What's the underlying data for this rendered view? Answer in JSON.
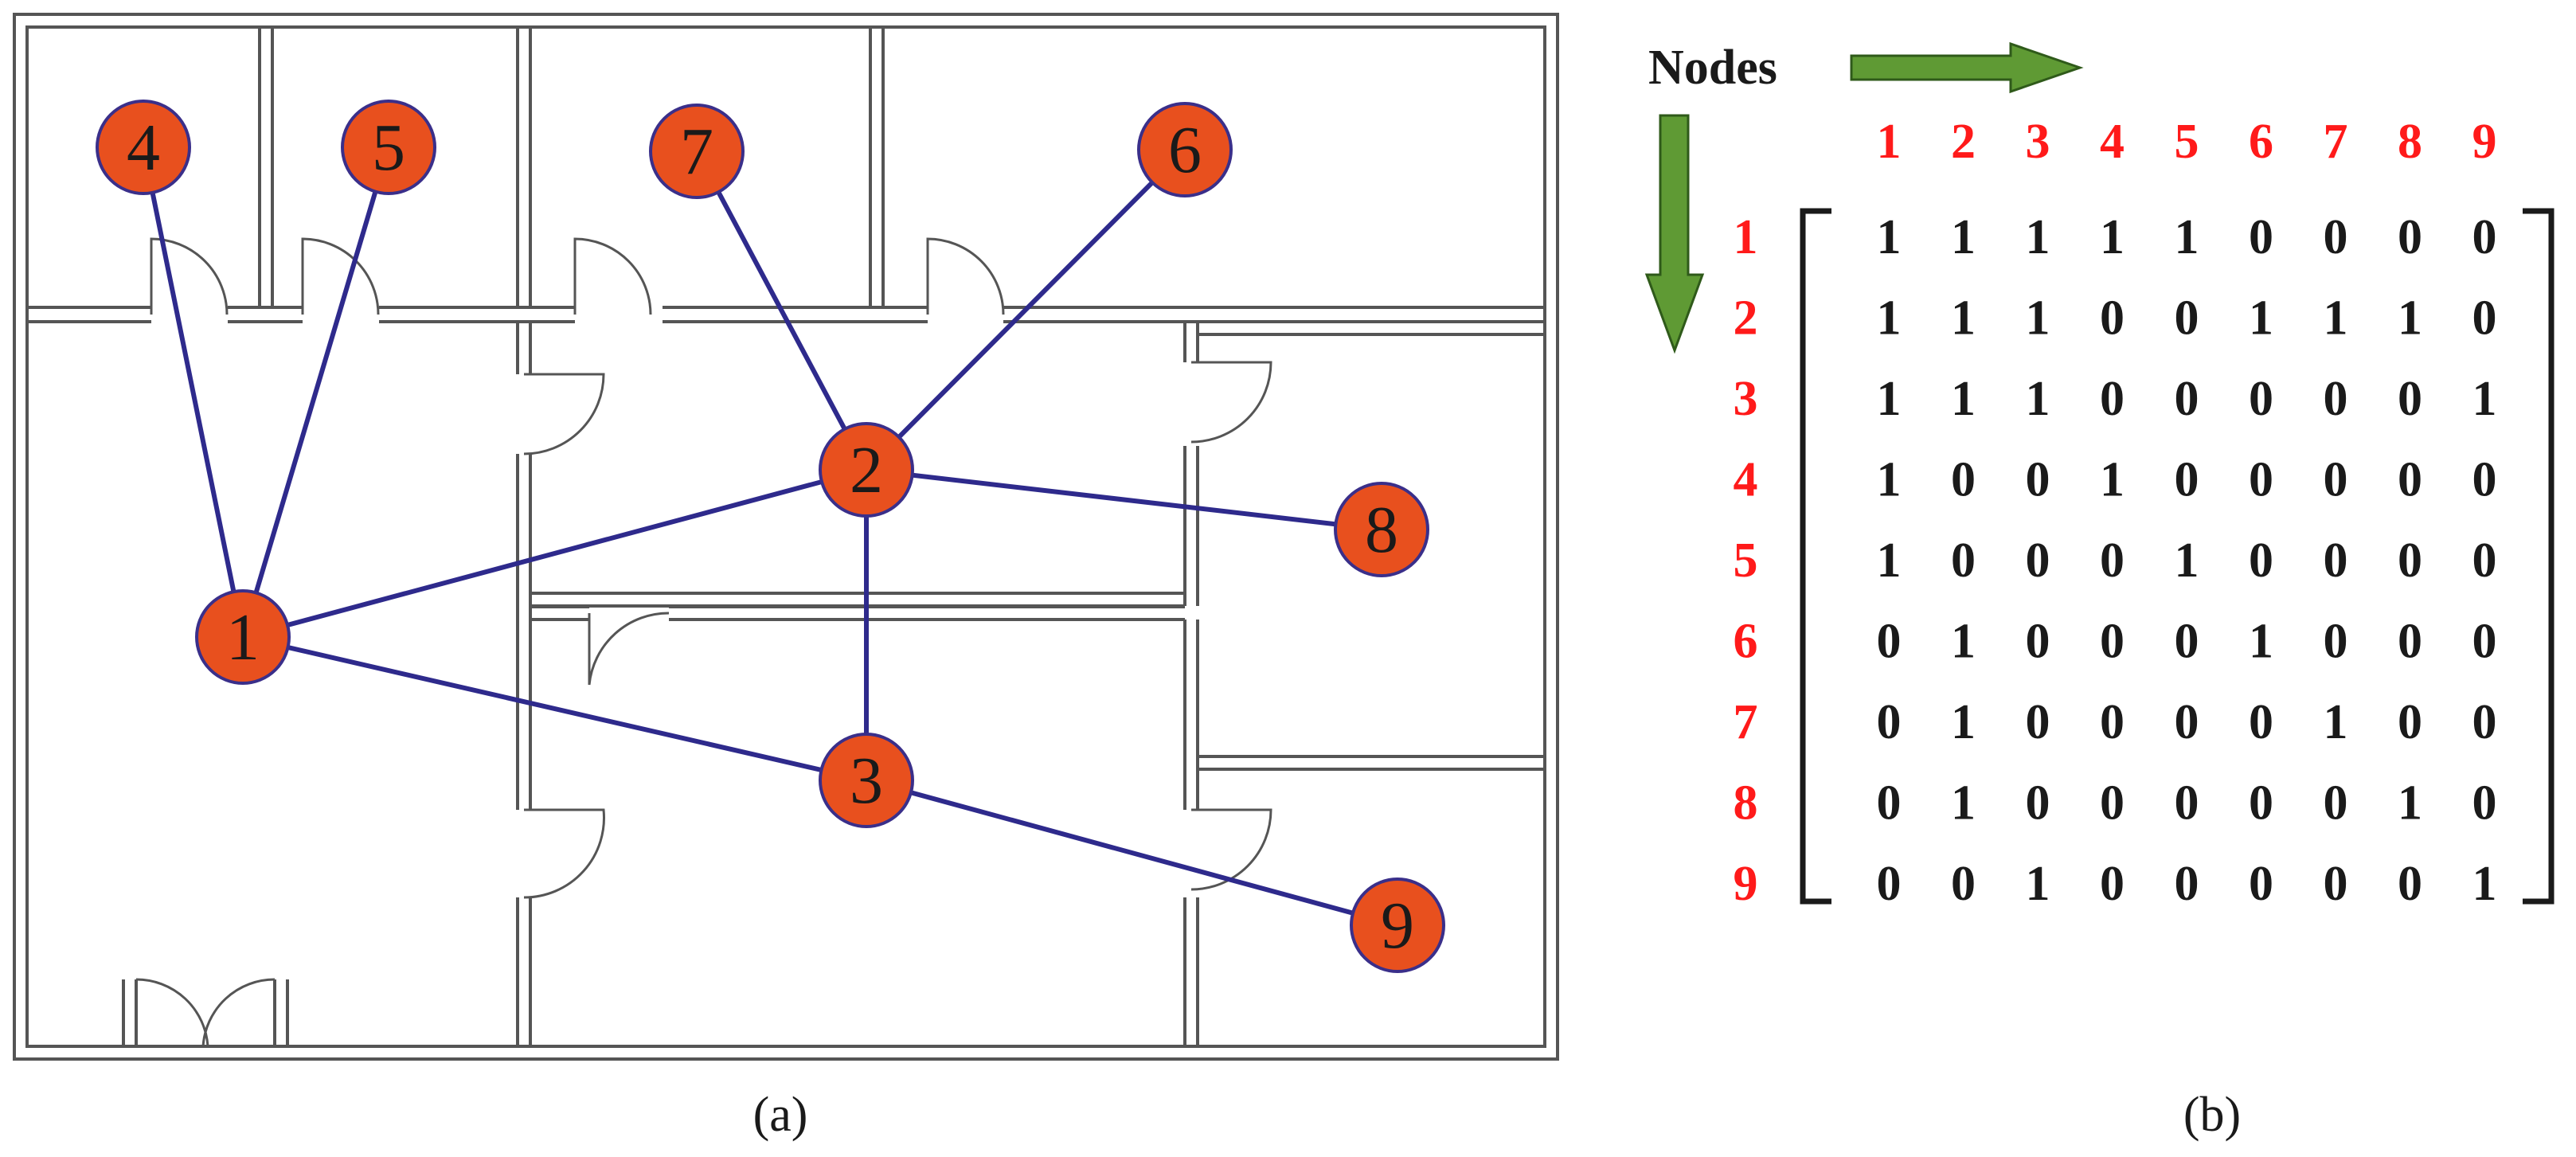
{
  "figure": {
    "panel_a": {
      "caption": "(a)",
      "nodes": [
        {
          "id": "1",
          "label": "1"
        },
        {
          "id": "2",
          "label": "2"
        },
        {
          "id": "3",
          "label": "3"
        },
        {
          "id": "4",
          "label": "4"
        },
        {
          "id": "5",
          "label": "5"
        },
        {
          "id": "6",
          "label": "6"
        },
        {
          "id": "7",
          "label": "7"
        },
        {
          "id": "8",
          "label": "8"
        },
        {
          "id": "9",
          "label": "9"
        }
      ],
      "edges": [
        [
          "1",
          "4"
        ],
        [
          "1",
          "5"
        ],
        [
          "1",
          "2"
        ],
        [
          "1",
          "3"
        ],
        [
          "2",
          "7"
        ],
        [
          "2",
          "6"
        ],
        [
          "2",
          "8"
        ],
        [
          "2",
          "3"
        ],
        [
          "3",
          "9"
        ]
      ],
      "colors": {
        "node_fill": "#e8501e",
        "node_stroke": "#3a2f8a",
        "edge": "#2e2a8c",
        "wall": "#555555"
      }
    },
    "panel_b": {
      "caption": "(b)",
      "axis_label": "Nodes",
      "column_headers": [
        "1",
        "2",
        "3",
        "4",
        "5",
        "6",
        "7",
        "8",
        "9"
      ],
      "row_headers": [
        "1",
        "2",
        "3",
        "4",
        "5",
        "6",
        "7",
        "8",
        "9"
      ],
      "matrix": [
        [
          "1",
          "1",
          "1",
          "1",
          "1",
          "0",
          "0",
          "0",
          "0"
        ],
        [
          "1",
          "1",
          "1",
          "0",
          "0",
          "1",
          "1",
          "1",
          "0"
        ],
        [
          "1",
          "1",
          "1",
          "0",
          "0",
          "0",
          "0",
          "0",
          "1"
        ],
        [
          "1",
          "0",
          "0",
          "1",
          "0",
          "0",
          "0",
          "0",
          "0"
        ],
        [
          "1",
          "0",
          "0",
          "0",
          "1",
          "0",
          "0",
          "0",
          "0"
        ],
        [
          "0",
          "1",
          "0",
          "0",
          "0",
          "1",
          "0",
          "0",
          "0"
        ],
        [
          "0",
          "1",
          "0",
          "0",
          "0",
          "0",
          "1",
          "0",
          "0"
        ],
        [
          "0",
          "1",
          "0",
          "0",
          "0",
          "0",
          "0",
          "1",
          "0"
        ],
        [
          "0",
          "0",
          "1",
          "0",
          "0",
          "0",
          "0",
          "0",
          "1"
        ]
      ],
      "colors": {
        "header": "#ff1a1a",
        "value": "#1a1a1a",
        "arrow_fill": "#5f9a34",
        "arrow_stroke": "#2f5a1a"
      }
    }
  }
}
